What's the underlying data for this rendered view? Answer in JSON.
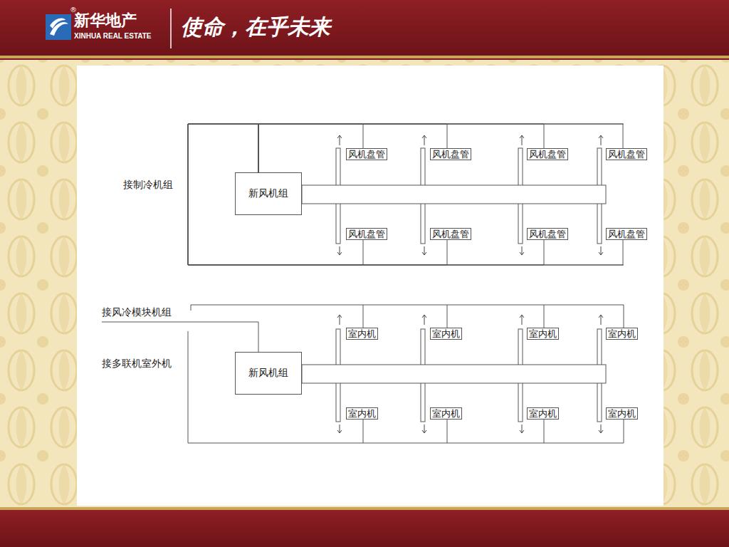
{
  "diagram": {
    "nodes": [
      {
        "text": [
          "新风机组"
        ]
      },
      {
        "text": [
          "风机盘管"
        ]
      },
      {
        "text": [
          "风机盘管"
        ]
      },
      {
        "text": [
          "风机盘管"
        ]
      },
      {
        "text": [
          "风机盘管"
        ]
      },
      {
        "text": [
          "风机盘管"
        ]
      },
      {
        "text": [
          "风机盘管"
        ]
      },
      {
        "text": [
          "风机盘管"
        ]
      },
      {
        "text": [
          "风机盘管"
        ]
      },
      {
        "text": [
          "新风机组"
        ]
      },
      {
        "text": [
          "室内机"
        ]
      },
      {
        "text": [
          "室内机"
        ]
      },
      {
        "text": [
          "室内机"
        ]
      },
      {
        "text": [
          "室内机"
        ]
      },
      {
        "text": [
          "室内机"
        ]
      },
      {
        "text": [
          "室内机"
        ]
      },
      {
        "text": [
          "室内机"
        ]
      },
      {
        "text": [
          "室内机"
        ]
      }
    ],
    "edges": [
      {
        "from": 0,
        "to": 1,
        "arrow": "none"
      },
      {
        "from": 0,
        "to": 2,
        "arrow": "none"
      },
      {
        "from": 0,
        "to": 3,
        "arrow": "none"
      },
      {
        "from": 0,
        "to": 4,
        "arrow": "none"
      },
      {
        "from": 0,
        "to": 5,
        "arrow": "none"
      },
      {
        "from": 0,
        "to": 6,
        "arrow": "none"
      },
      {
        "from": 0,
        "to": 7,
        "arrow": "none"
      },
      {
        "from": 0,
        "to": 8,
        "arrow": "none"
      }
    ],
    "labels": [
      "®",
      "新华地产",
      "XINHUA REAL ESTATE",
      "使命，在乎未来",
      "接制冷机组",
      "接风冷模块机组",
      "接多联机室外机"
    ]
  }
}
